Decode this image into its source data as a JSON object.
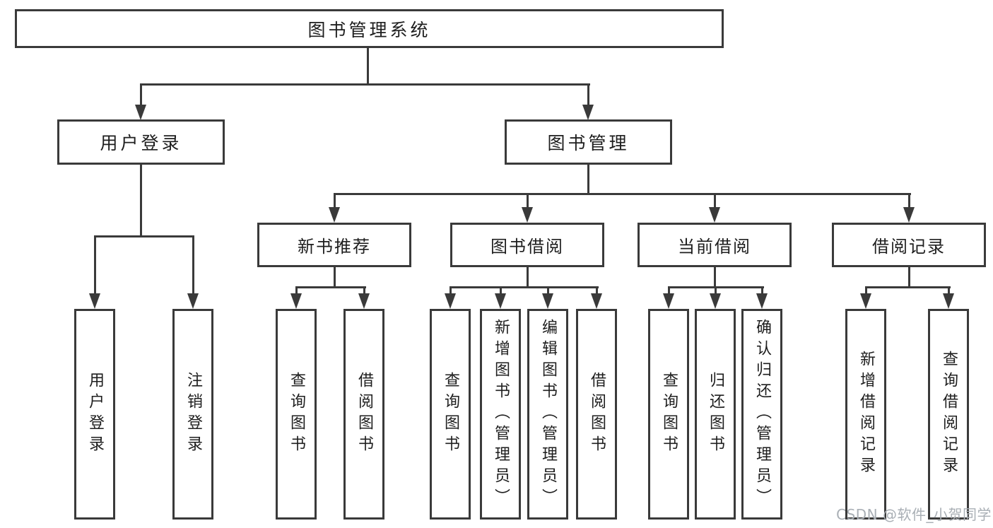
{
  "diagram": {
    "root": {
      "label": "图书管理系统"
    },
    "branches": [
      {
        "label": "用户登录",
        "children": [
          {
            "label": "用户登录"
          },
          {
            "label": "注销登录"
          }
        ]
      },
      {
        "label": "图书管理",
        "children": [
          {
            "label": "新书推荐",
            "children": [
              {
                "label": "查询图书"
              },
              {
                "label": "借阅图书"
              }
            ]
          },
          {
            "label": "图书借阅",
            "children": [
              {
                "label": "查询图书"
              },
              {
                "label": "新增图书（管理员）"
              },
              {
                "label": "编辑图书（管理员）"
              },
              {
                "label": "借阅图书"
              }
            ]
          },
          {
            "label": "当前借阅",
            "children": [
              {
                "label": "查询图书"
              },
              {
                "label": "归还图书"
              },
              {
                "label": "确认归还（管理员）"
              }
            ]
          },
          {
            "label": "借阅记录",
            "children": [
              {
                "label": "新增借阅记录"
              },
              {
                "label": "查询借阅记录"
              }
            ]
          }
        ]
      }
    ]
  },
  "watermark": {
    "text": "CSDN @软件_小贺同学"
  },
  "colors": {
    "line": "#3a3a3a",
    "box_border": "#3a3a3a",
    "text": "#1e1e1e",
    "background": "#ffffff",
    "watermark": "#a9afb5"
  }
}
